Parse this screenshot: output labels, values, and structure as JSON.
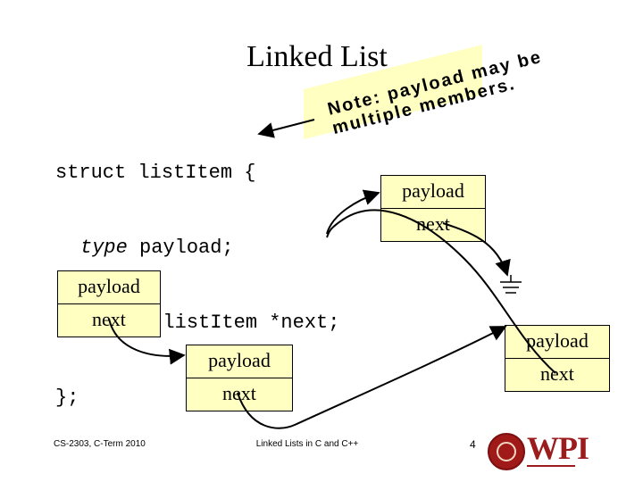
{
  "title": "Linked List",
  "code": {
    "line1": "struct listItem {",
    "line2_type": "type",
    "line2_rest": " payload;",
    "line3": "struct listItem *next;",
    "line4": "};"
  },
  "note": {
    "line1": "Note: payload may be",
    "line2": "multiple members."
  },
  "nodes": {
    "main": {
      "payload": "payload",
      "next": "next"
    },
    "middle": {
      "payload": "payload",
      "next": "next"
    },
    "right": {
      "payload": "payload",
      "next": "next"
    },
    "top": {
      "payload": "payload",
      "next": "next"
    }
  },
  "footer": {
    "left": "CS-2303, C-Term 2010",
    "center": "Linked Lists in C and C++",
    "page": "4",
    "logo": "WPI"
  },
  "colors": {
    "node_fill": "#ffffc2",
    "note_fill": "#ffffc2",
    "logo_red": "#9b1c1c"
  }
}
